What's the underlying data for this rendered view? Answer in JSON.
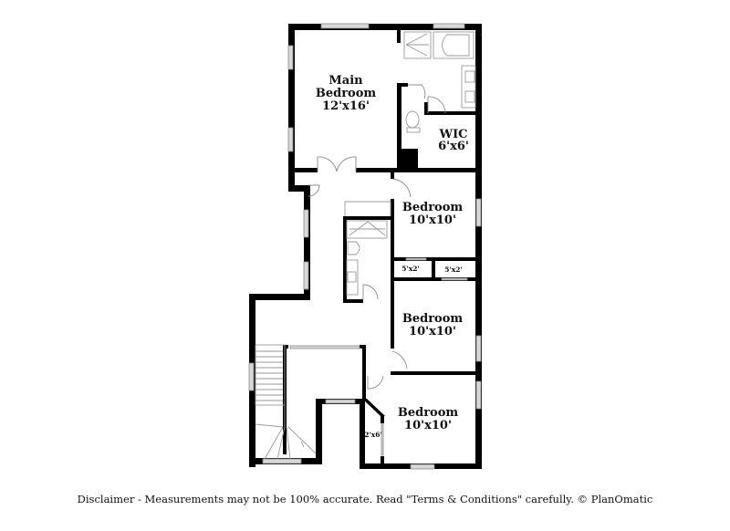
{
  "floorplan": {
    "rooms": [
      {
        "id": "main-bedroom",
        "name_line1": "Main",
        "name_line2": "Bedroom",
        "size": "12'x16'"
      },
      {
        "id": "wic",
        "name": "WIC",
        "size": "6'x6'"
      },
      {
        "id": "bedroom-2",
        "name": "Bedroom",
        "size": "10'x10'"
      },
      {
        "id": "bedroom-3",
        "name": "Bedroom",
        "size": "10'x10'"
      },
      {
        "id": "bedroom-4",
        "name": "Bedroom",
        "size": "10'x10'"
      }
    ],
    "closets": [
      {
        "id": "closet-a",
        "size": "5'x2'"
      },
      {
        "id": "closet-b",
        "size": "5'x2'"
      },
      {
        "id": "closet-c",
        "size": "2'x6'"
      }
    ],
    "colors": {
      "wall": "#000000",
      "window": "#d8d8d8",
      "fixture": "#9a9a9a",
      "background": "#ffffff"
    }
  },
  "footer": {
    "disclaimer": "Disclaimer - Measurements may not be 100% accurate. Read \"Terms & Conditions\" carefully. © PlanOmatic"
  }
}
